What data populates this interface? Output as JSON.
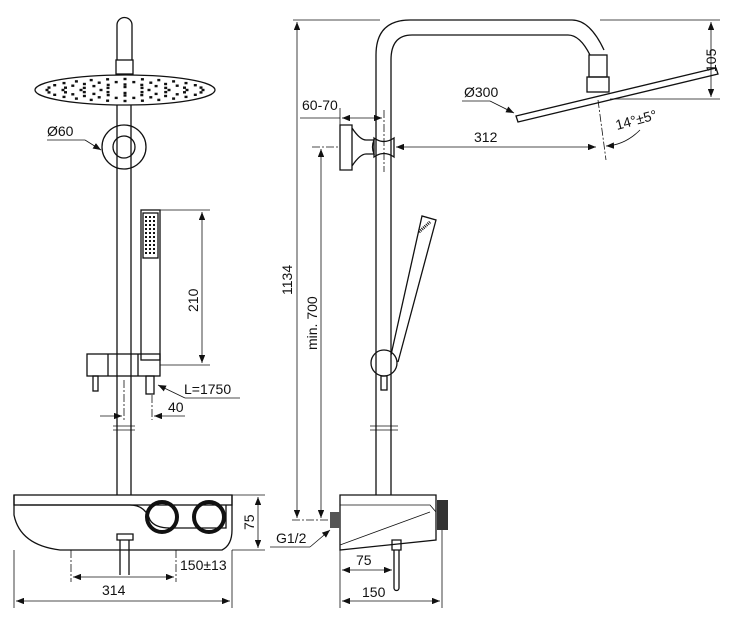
{
  "title": "Shower system dimension drawing",
  "front_view": {
    "wall_bracket_diameter": "Ø60",
    "hand_shower_height": "210",
    "hose_length": "L=1750",
    "slider_offset": "40",
    "thermostat_height": "75",
    "inlet_spacing": "150±13",
    "total_width": "314"
  },
  "side_view": {
    "total_height": "1134",
    "wall_distance": "60-70",
    "head_diameter": "Ø300",
    "arm_drop": "105",
    "arm_projection": "312",
    "head_tilt": "14°±5°",
    "min_height": "min. 700",
    "connection": "G1/2",
    "outlet_offset": "75",
    "depth": "150"
  }
}
